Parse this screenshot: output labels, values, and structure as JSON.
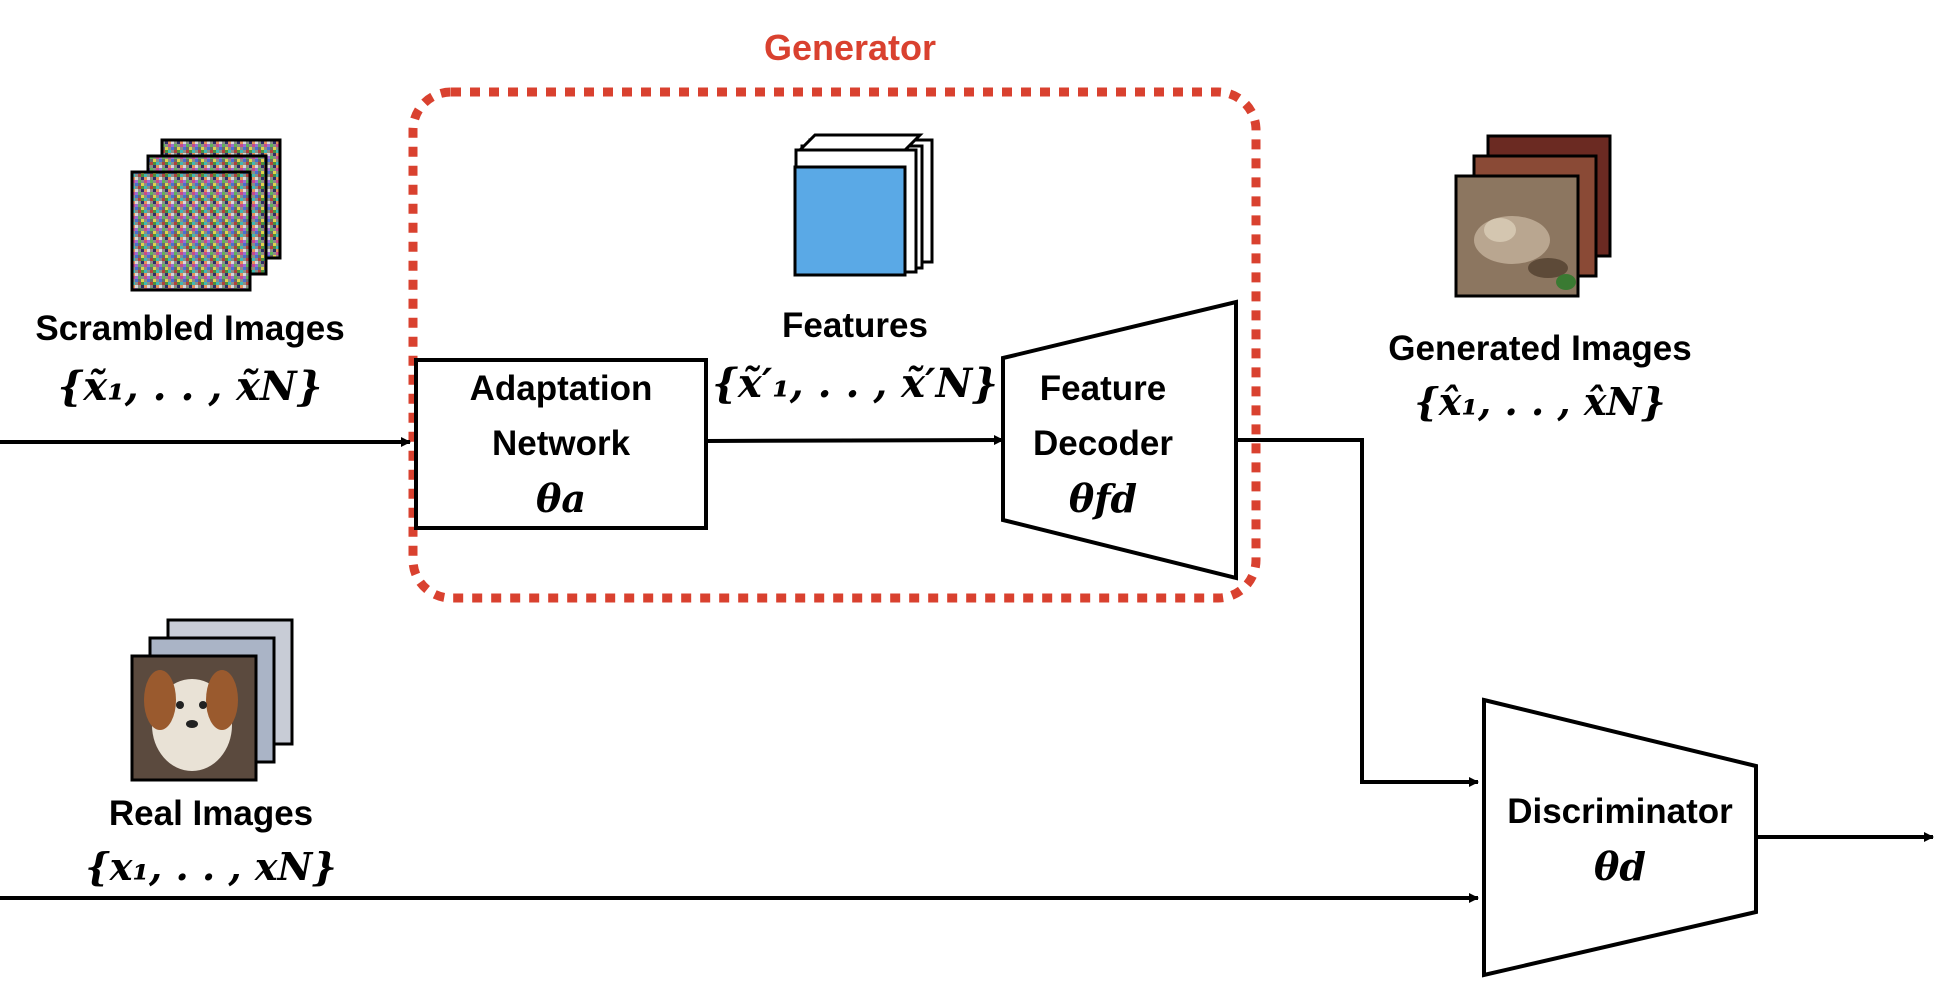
{
  "generator": {
    "title": "Generator",
    "border_color": "#d9412f"
  },
  "scrambled": {
    "label": "Scrambled Images",
    "set": "{x̃₁, . . , x̃N}"
  },
  "adaptation": {
    "line1": "Adaptation",
    "line2": "Network",
    "param": "θa"
  },
  "features": {
    "label": "Features",
    "set": "{x̃′₁, . . , x̃′N}",
    "cube_color": "#5aa9e6"
  },
  "decoder": {
    "line1": "Feature",
    "line2": "Decoder",
    "param": "θfd"
  },
  "generated": {
    "label": "Generated Images",
    "set": "{x̂₁, . . , x̂N}"
  },
  "real": {
    "label": "Real Images",
    "set": "{x₁, . . , xN}"
  },
  "discriminator": {
    "label": "Discriminator",
    "param": "θd"
  },
  "icons": {
    "scrambled": "noise-image-stack-icon",
    "features": "feature-cube-icon",
    "generated": "frog-image-stack-icon",
    "real": "dog-image-stack-icon"
  }
}
